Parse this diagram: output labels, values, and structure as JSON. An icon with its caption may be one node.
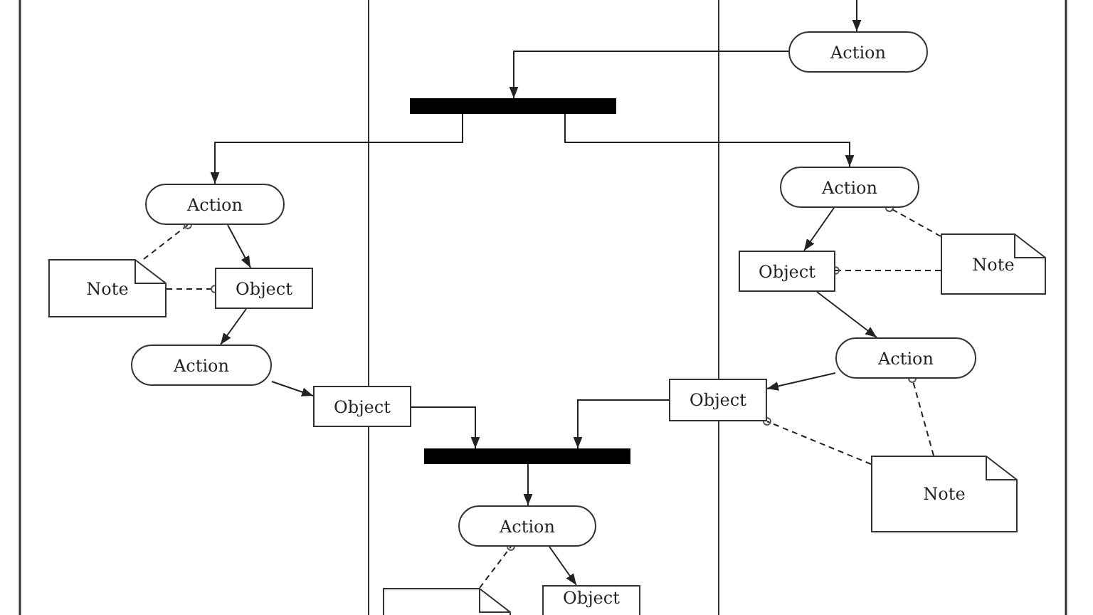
{
  "diagram": {
    "nodes": [
      {
        "text": [
          "Action"
        ]
      },
      {
        "text": [],
        "shape": "bar"
      },
      {
        "text": [
          "Action"
        ]
      },
      {
        "text": [
          "Action"
        ]
      },
      {
        "text": [
          "Note"
        ]
      },
      {
        "text": [
          "Object"
        ]
      },
      {
        "text": [
          "Object"
        ]
      },
      {
        "text": [
          "Note"
        ]
      },
      {
        "text": [
          "Action"
        ]
      },
      {
        "text": [
          "Action"
        ]
      },
      {
        "text": [
          "Object"
        ]
      },
      {
        "text": [
          "Object"
        ]
      },
      {
        "text": [],
        "shape": "bar"
      },
      {
        "text": [
          "Note"
        ]
      },
      {
        "text": [
          "Action"
        ]
      },
      {
        "text": [],
        "shape": "note"
      },
      {
        "text": [
          "Object"
        ]
      }
    ],
    "edges": [
      {
        "from": null,
        "to": 0,
        "arrow": "to"
      },
      {
        "from": 0,
        "to": 1,
        "arrow": "to"
      },
      {
        "from": 1,
        "to": 2,
        "arrow": "to"
      },
      {
        "from": 1,
        "to": 3,
        "arrow": "to"
      },
      {
        "from": 2,
        "to": 5,
        "arrow": "to"
      },
      {
        "from": 4,
        "to": 2,
        "arrow": "other",
        "style": "dashed"
      },
      {
        "from": 4,
        "to": 5,
        "arrow": "other",
        "style": "dashed"
      },
      {
        "from": 5,
        "to": 8,
        "arrow": "to"
      },
      {
        "from": 3,
        "to": 6,
        "arrow": "to"
      },
      {
        "from": 7,
        "to": 3,
        "arrow": "other",
        "style": "dashed"
      },
      {
        "from": 7,
        "to": 6,
        "arrow": "other",
        "style": "dashed"
      },
      {
        "from": 6,
        "to": 9,
        "arrow": "to"
      },
      {
        "from": 8,
        "to": 10,
        "arrow": "to"
      },
      {
        "from": 9,
        "to": 11,
        "arrow": "to"
      },
      {
        "from": 10,
        "to": 12,
        "arrow": "to"
      },
      {
        "from": 11,
        "to": 12,
        "arrow": "to"
      },
      {
        "from": 13,
        "to": 9,
        "arrow": "other",
        "style": "dashed"
      },
      {
        "from": 13,
        "to": 11,
        "arrow": "other",
        "style": "dashed"
      },
      {
        "from": 12,
        "to": 14,
        "arrow": "to"
      },
      {
        "from": 14,
        "to": 16,
        "arrow": "to"
      },
      {
        "from": 15,
        "to": 14,
        "arrow": "other",
        "style": "dashed"
      }
    ]
  }
}
